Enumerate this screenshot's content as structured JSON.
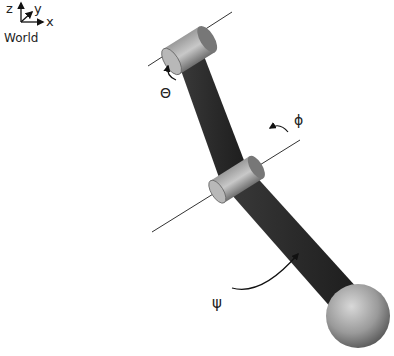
{
  "diagram": {
    "labels": [
      "z",
      "y",
      "x",
      "World",
      "Θ",
      "ϕ",
      "ψ"
    ]
  }
}
